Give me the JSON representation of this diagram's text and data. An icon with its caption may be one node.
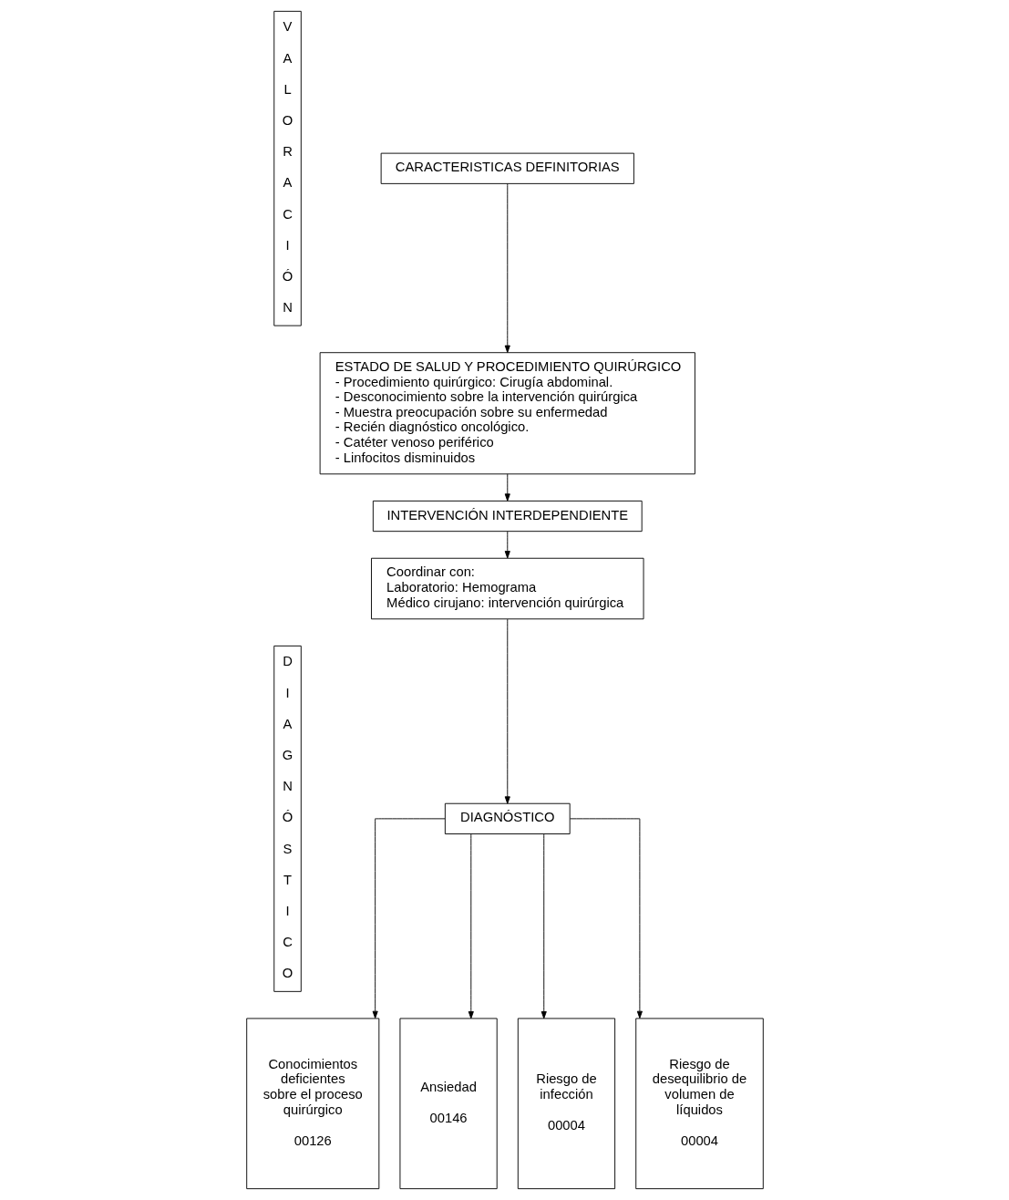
{
  "diagram": {
    "nodes": [
      {
        "text": [
          "VALORACIÓN"
        ]
      },
      {
        "text": [
          "DIAGNÓSTICO"
        ]
      },
      {
        "text": [
          "CARACTERISTICAS DEFINITORIAS"
        ]
      },
      {
        "text": [
          "ESTADO DE SALUD Y PROCEDIMIENTO QUIRÚRGICO",
          "- Procedimiento quirúrgico: Cirugía abdominal.",
          "- Desconocimiento sobre la intervención quirúrgica",
          "- Muestra preocupación sobre su enfermedad",
          "- Recién diagnóstico oncológico.",
          "- Catéter venoso periférico",
          "- Linfocitos disminuidos"
        ]
      },
      {
        "text": [
          "INTERVENCIÓN INTERDEPENDIENTE"
        ]
      },
      {
        "text": [
          "Coordinar con:",
          "Laboratorio: Hemograma",
          "Médico cirujano: intervención quirúrgica"
        ]
      },
      {
        "text": [
          "DIAGNÓSTICO"
        ]
      },
      {
        "text": [
          "Conocimientos deficientes sobre el proceso quirúrgico",
          "00126"
        ]
      },
      {
        "text": [
          "Ansiedad",
          "00146"
        ]
      },
      {
        "text": [
          "Riesgo de infección",
          "00004"
        ]
      },
      {
        "text": [
          "Riesgo de desequilibrio de volumen de líquidos",
          "00004"
        ]
      }
    ],
    "edges": [
      {
        "from": 2,
        "to": 3,
        "arrow": "to"
      },
      {
        "from": 3,
        "to": 4,
        "arrow": "to"
      },
      {
        "from": 4,
        "to": 5,
        "arrow": "to"
      },
      {
        "from": 5,
        "to": 6,
        "arrow": "to"
      },
      {
        "from": 6,
        "to": 7,
        "arrow": "to"
      },
      {
        "from": 6,
        "to": 8,
        "arrow": "to"
      },
      {
        "from": 6,
        "to": 9,
        "arrow": "to"
      },
      {
        "from": 6,
        "to": 10,
        "arrow": "to"
      }
    ]
  }
}
